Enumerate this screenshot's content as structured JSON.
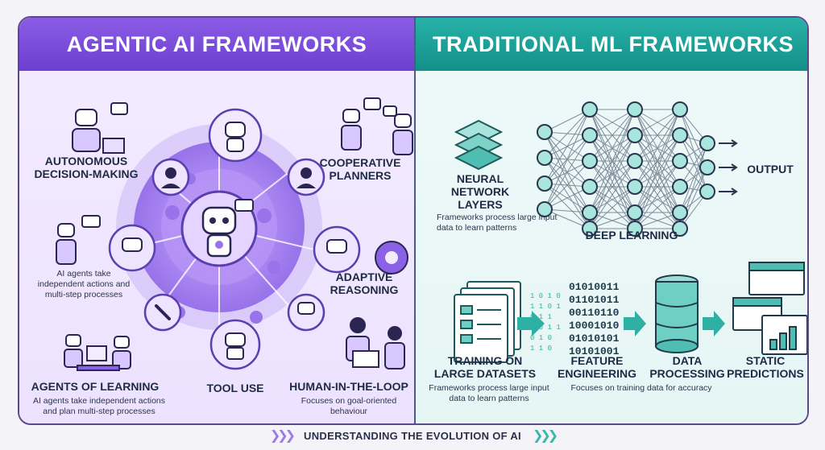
{
  "left": {
    "title": "AGENTIC AI FRAMEWORKS",
    "autonomous": "AUTONOMOUS DECISION-MAKING",
    "cooperative": "COOPERATIVE PLANNERS",
    "adaptive": "ADAPTIVE REASONING",
    "agents_note": "AI agents take independent actions and multi-step processes",
    "learning": "AGENTS OF LEARNING",
    "learning_desc": "AI agents take independent actions and plan multi-step processes",
    "tool_use": "TOOL USE",
    "hitl": "HUMAN-IN-THE-LOOP",
    "hitl_desc": "Focuses on goal-oriented behaviour"
  },
  "right": {
    "title": "TRADITIONAL ML FRAMEWORKS",
    "nn_layers": "NEURAL NETWORK LAYERS",
    "nn_desc": "Frameworks process large input data to learn patterns",
    "output": "OUTPUT",
    "deep_learning": "DEEP LEARNING",
    "training": "TRAINING ON LARGE DATASETS",
    "training_desc": "Frameworks process large input data to learn patterns",
    "feature": "FEATURE ENGINEERING",
    "feature_desc": "Focuses on training data for accuracy",
    "data_processing": "DATA PROCESSING",
    "static": "STATIC PREDICTIONS",
    "binary_big": [
      "01010011",
      "01101011",
      "00110110",
      "10001010",
      "01010101",
      "10101001"
    ],
    "binary_small": [
      "1 0 1 0",
      "1 1 0 1",
      "0 1 1",
      "1 0 1 1",
      "0 1 0",
      "1 1 0"
    ]
  },
  "footer": {
    "text": "UNDERSTANDING THE EVOLUTION OF AI"
  },
  "colors": {
    "purple": "#7b4fdc",
    "teal": "#1fa39a",
    "dark": "#1f2a44"
  }
}
